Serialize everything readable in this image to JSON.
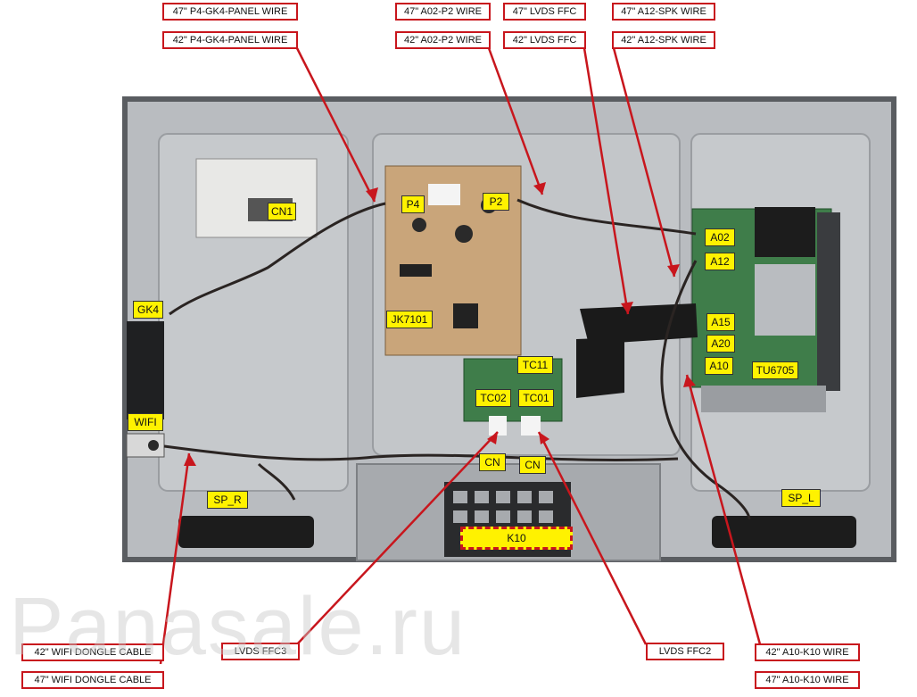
{
  "callouts": {
    "top": [
      "47\"  P4-GK4-PANEL WIRE",
      "42\"  P4-GK4-PANEL WIRE",
      "47\"  A02-P2 WIRE",
      "42\"  A02-P2 WIRE",
      "47\"  LVDS FFC",
      "42\"  LVDS FFC",
      "47\"  A12-SPK WIRE",
      "42\"  A12-SPK WIRE"
    ],
    "bottom": [
      "42\"  WIFI DONGLE CABLE",
      "47\"  WIFI DONGLE CABLE",
      "LVDS FFC3",
      "LVDS FFC2",
      "42\"  A10-K10 WIRE",
      "47\"  A10-K10 WIRE"
    ]
  },
  "parts": {
    "cn1": "CN1",
    "p4": "P4",
    "p2": "P2",
    "jk7101": "JK7101",
    "gk4": "GK4",
    "wifi": "WIFI",
    "a02": "A02",
    "a12": "A12",
    "a15": "A15",
    "a20": "A20",
    "a10": "A10",
    "tu6705": "TU6705",
    "tc11": "TC11",
    "tc02": "TC02",
    "tc01": "TC01",
    "cn_left": "CN",
    "cn_right": "CN",
    "sp_r": "SP_R",
    "sp_l": "SP_L",
    "k10": "K10"
  },
  "watermark": "Panasale.ru",
  "colors": {
    "callout_border": "#c8161d",
    "leader_line": "#c8161d",
    "label_fill": "#fff200",
    "chassis": "#b9bcc0",
    "board_green": "#3f7d4a",
    "psu_tan": "#c9a57a"
  }
}
